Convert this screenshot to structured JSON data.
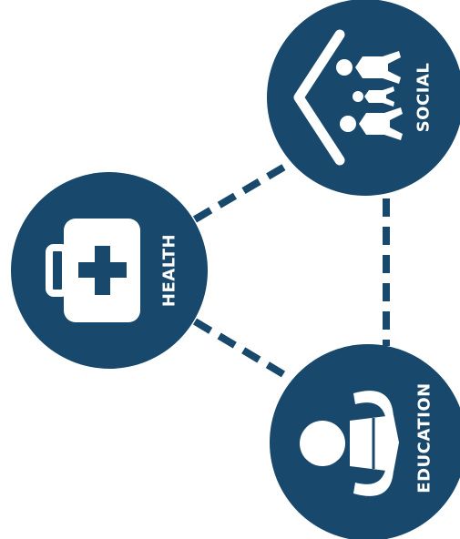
{
  "colors": {
    "node": "#18486b",
    "connector": "#18486b",
    "icon": "#ffffff",
    "background": "#ffffff"
  },
  "nodes": [
    {
      "id": "social",
      "label": "SOCIAL",
      "icon": "family-icon"
    },
    {
      "id": "health",
      "label": "HEALTH",
      "icon": "first-aid-kit-icon"
    },
    {
      "id": "education",
      "label": "EDUCATION",
      "icon": "reading-person-icon"
    }
  ],
  "connections": [
    {
      "from": "health",
      "to": "social",
      "style": "dashed"
    },
    {
      "from": "health",
      "to": "education",
      "style": "dashed"
    },
    {
      "from": "social",
      "to": "education",
      "style": "dashed"
    }
  ]
}
